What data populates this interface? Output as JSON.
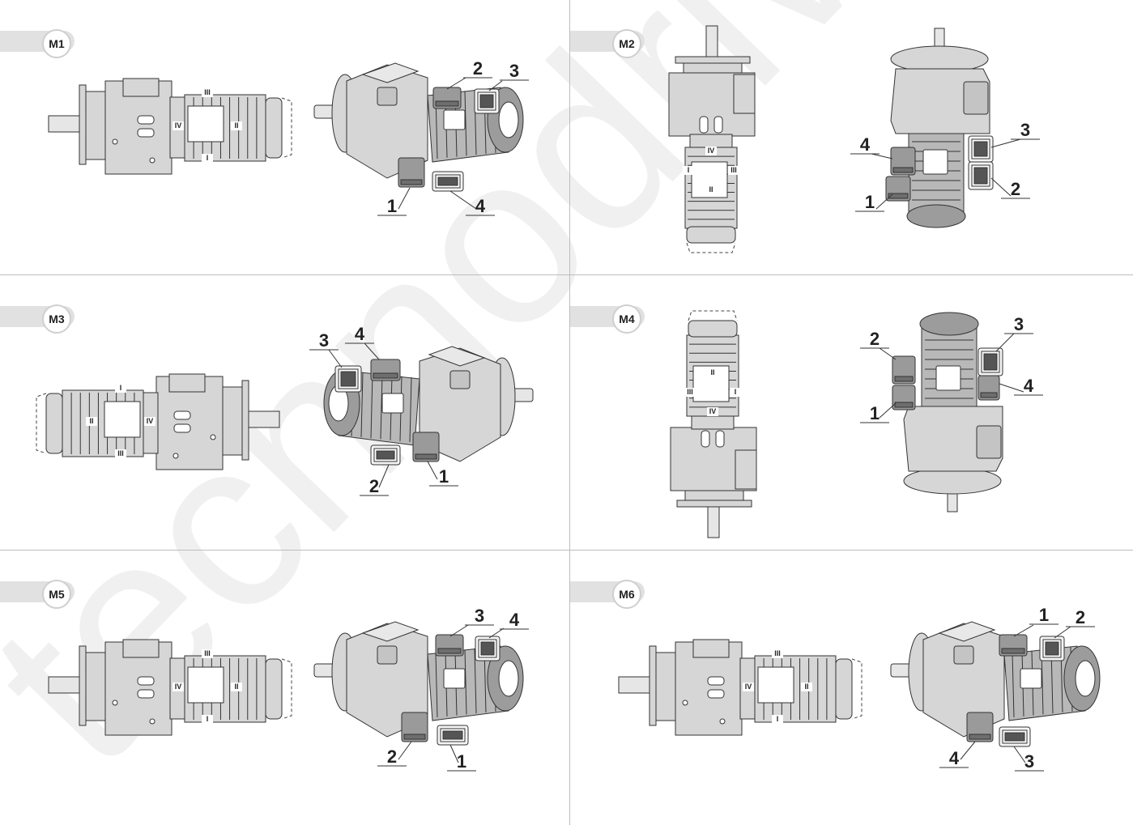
{
  "panels": [
    {
      "label": "M1",
      "side_view": {
        "orientation": "horizontal-shaft-left",
        "positions": [
          "I",
          "II",
          "III",
          "IV"
        ]
      },
      "iso_view": {
        "orientation": "shaft-left",
        "callouts": [
          "1",
          "2",
          "3",
          "4"
        ]
      }
    },
    {
      "label": "M2",
      "side_view": {
        "orientation": "vertical-shaft-up",
        "positions": [
          "I",
          "II",
          "III",
          "IV"
        ]
      },
      "iso_view": {
        "orientation": "shaft-up",
        "callouts": [
          "1",
          "2",
          "3",
          "4"
        ]
      }
    },
    {
      "label": "M3",
      "side_view": {
        "orientation": "horizontal-shaft-right",
        "positions": [
          "I",
          "II",
          "III",
          "IV"
        ]
      },
      "iso_view": {
        "orientation": "shaft-right",
        "callouts": [
          "1",
          "2",
          "3",
          "4"
        ]
      }
    },
    {
      "label": "M4",
      "side_view": {
        "orientation": "vertical-shaft-down",
        "positions": [
          "I",
          "II",
          "III",
          "IV"
        ]
      },
      "iso_view": {
        "orientation": "shaft-down",
        "callouts": [
          "1",
          "2",
          "3",
          "4"
        ]
      }
    },
    {
      "label": "M5",
      "side_view": {
        "orientation": "horizontal-shaft-left-front",
        "positions": [
          "I",
          "II",
          "III",
          "IV"
        ]
      },
      "iso_view": {
        "orientation": "shaft-left-front",
        "callouts": [
          "1",
          "2",
          "3",
          "4"
        ]
      }
    },
    {
      "label": "M6",
      "side_view": {
        "orientation": "horizontal-shaft-left-rear",
        "positions": [
          "I",
          "II",
          "III",
          "IV"
        ]
      },
      "iso_view": {
        "orientation": "shaft-left-rear",
        "callouts": [
          "1",
          "2",
          "3",
          "4"
        ]
      }
    }
  ],
  "watermark": {
    "text": "technodrive",
    "color": "#eeeeee"
  },
  "colors": {
    "body": "#d6d6d6",
    "body_dark": "#a9a9a9",
    "outline": "#333333",
    "box": "#888888",
    "grid": "#bdbdbd"
  }
}
